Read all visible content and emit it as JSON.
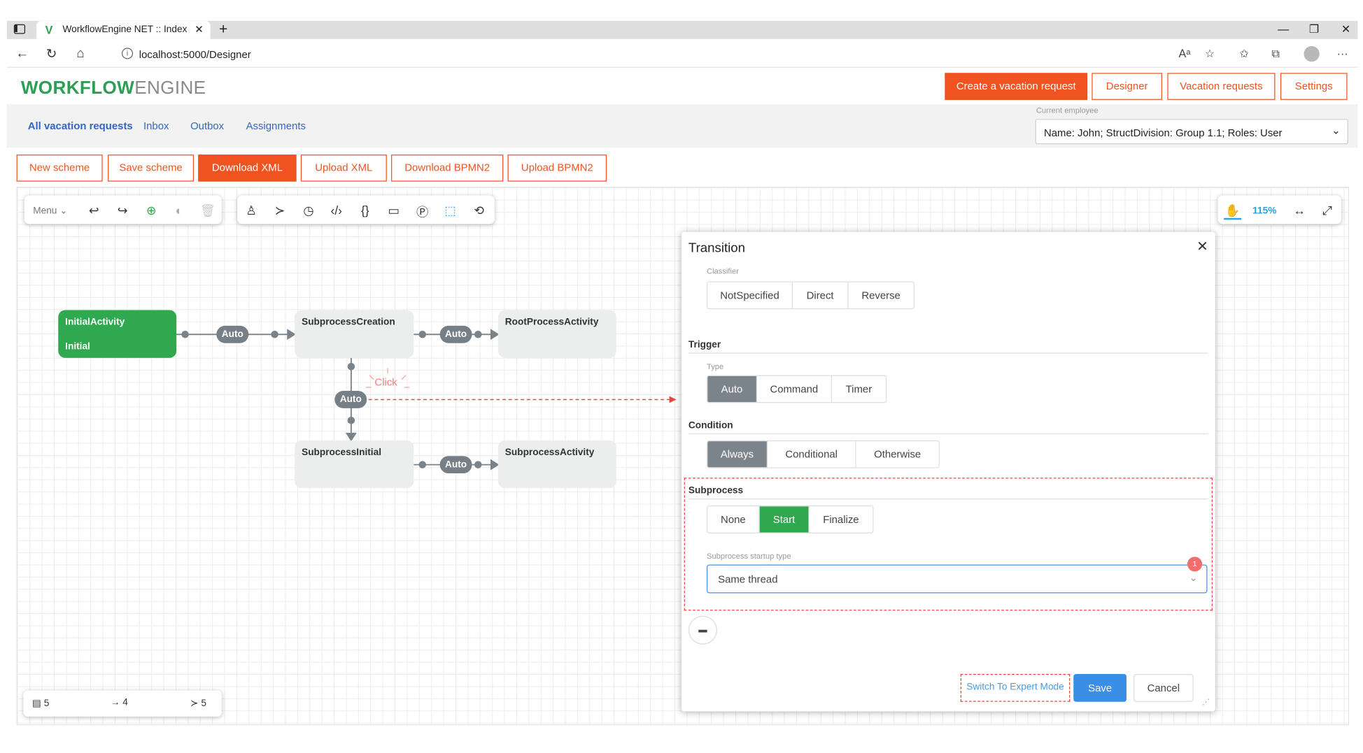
{
  "browser": {
    "tab_title": "WorkflowEngine NET :: Index",
    "url": "localhost:5000/Designer"
  },
  "app": {
    "logo_bold": "WORKFLOW",
    "logo_light": "ENGINE",
    "header_buttons": [
      "Create a vacation request",
      "Designer",
      "Vacation requests",
      "Settings"
    ],
    "brand_color": "#f0531f"
  },
  "subnav": {
    "links": [
      "All vacation requests",
      "Inbox",
      "Outbox",
      "Assignments"
    ],
    "employee_label": "Current employee",
    "employee_value": "Name: John; StructDivision: Group 1.1; Roles: User"
  },
  "scheme_buttons": [
    "New scheme",
    "Save scheme",
    "Download XML",
    "Upload XML",
    "Download BPMN2",
    "Upload BPMN2"
  ],
  "toolbar": {
    "menu_label": "Menu",
    "zoom": "115%"
  },
  "diagram": {
    "activities": [
      {
        "name": "InitialActivity",
        "state": "Initial"
      },
      {
        "name": "SubprocessCreation"
      },
      {
        "name": "RootProcessActivity"
      },
      {
        "name": "SubprocessInitial"
      },
      {
        "name": "SubprocessActivity"
      }
    ],
    "transition_label": "Auto",
    "click_hint": "Click"
  },
  "counters": {
    "activities": "5",
    "transitions": "4",
    "commands": "5"
  },
  "panel": {
    "title": "Transition",
    "classifier_label": "Classifier",
    "classifier_options": [
      "NotSpecified",
      "Direct",
      "Reverse"
    ],
    "trigger_label": "Trigger",
    "type_label": "Type",
    "trigger_options": [
      "Auto",
      "Command",
      "Timer"
    ],
    "condition_label": "Condition",
    "condition_options": [
      "Always",
      "Conditional",
      "Otherwise"
    ],
    "subprocess_label": "Subprocess",
    "subprocess_options": [
      "None",
      "Start",
      "Finalize"
    ],
    "startup_label": "Subprocess startup type",
    "startup_value": "Same thread",
    "badge": "1",
    "expert_mode": "Switch To Expert Mode",
    "save": "Save",
    "cancel": "Cancel"
  }
}
